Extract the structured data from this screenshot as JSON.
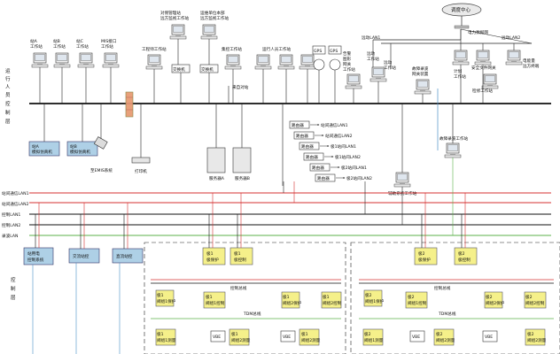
{
  "labels": {
    "left_top": [
      "运",
      "行",
      "人",
      "员",
      "控",
      "制",
      "层",
      ""
    ],
    "left_bottom": [
      "控",
      "制",
      "层"
    ]
  },
  "top": {
    "dispatch_center": "调度中心",
    "power_network": "电力数据网",
    "remote_lan1": "远动LAN1",
    "remote_lan2": "远动LAN2",
    "ws_a": [
      "站A",
      "工作站"
    ],
    "ws_b": [
      "站B",
      "工作站"
    ],
    "ws_c": [
      "站C",
      "工作站"
    ],
    "ws_d": [
      "MIS接口",
      "工作站"
    ],
    "ws_mgmt": [
      "对侧管理站",
      "远方监视工作站"
    ],
    "ws_remote": [
      "运维单位本部",
      "远方监视工作站"
    ],
    "engineer_ws": "工程师工作站",
    "switch1": "交换机",
    "switch2": "交换机",
    "monitor_ws": "集控工作站",
    "from_remote": "来自对站",
    "operator_ws": "运行人员工作站",
    "gps1": "GPS",
    "gps2": "GPS",
    "gateway": [
      "告警",
      "图形",
      "网关",
      "工作站"
    ],
    "remote_ws1": [
      "远动",
      "工作站"
    ],
    "remote_ws2": [
      "远动",
      "工作站"
    ],
    "fault_record": [
      "故障录波",
      "网关装置"
    ],
    "plan_ws": [
      "计划",
      "工作站"
    ],
    "security_ws": "安全文件网关",
    "inspection_ws": "检修工作站",
    "energy_terminal": [
      "电能量",
      "远方终端"
    ]
  },
  "station": {
    "sim1": [
      "站A",
      "模拟仿真机"
    ],
    "sim2": [
      "站B",
      "模拟仿真机"
    ],
    "emis": "至EMIS系统",
    "printer": "打印机",
    "server_a": "服务器A",
    "server_b": "服务器B",
    "aux_ws": "辅助系统工作站",
    "fault_ws": "故障录波工作站"
  },
  "routers": {
    "r1": {
      "name": "路由器",
      "link": "站间通信LAN1"
    },
    "r2": {
      "name": "路由器",
      "link": "站间通信LAN2"
    },
    "r3": {
      "name": "路由器",
      "link": "极1站间LAN1"
    },
    "r4": {
      "name": "路由器",
      "link": "极1站间LAN2"
    },
    "r5": {
      "name": "路由器",
      "link": "极2站间LAN1"
    },
    "r6": {
      "name": "路由器",
      "link": "极2站间LAN2"
    }
  },
  "lans": {
    "station1": "站间通信LAN1",
    "station2": "站间通信LAN2",
    "control1": "控制LAN1",
    "control2": "控制LAN2",
    "record": "录波LAN"
  },
  "control": {
    "station_power": [
      "站用电",
      "控制系统"
    ],
    "ac_station": "交流站控",
    "dc_station": "直流站控"
  },
  "poles": {
    "pp1": [
      "极1",
      "极保护"
    ],
    "pc1": [
      "极1",
      "极控制"
    ],
    "pp2": [
      "极2",
      "极保护"
    ],
    "pc2": [
      "极2",
      "极控制"
    ]
  },
  "valves": {
    "v1": [
      "极1",
      "阀组1保护"
    ],
    "v2": [
      "极1",
      "阀组1控制"
    ],
    "v3": [
      "极1",
      "阀组2保护"
    ],
    "v4": [
      "极1",
      "阀组2控制"
    ],
    "v5": [
      "极2",
      "阀组1保护"
    ],
    "v6": [
      "极2",
      "阀组1控制"
    ],
    "v7": [
      "极2",
      "阀组2保护"
    ],
    "v8": [
      "极2",
      "阀组2控制"
    ],
    "ctrl_bus1": "控制总线",
    "ctrl_bus2": "控制总线",
    "tdm_bus1": "TDM总线",
    "tdm_bus2": "TDM总线",
    "m1": [
      "极1",
      "阀组1测量"
    ],
    "m2": [
      "极1",
      "阀组2测量"
    ],
    "m3": [
      "极1",
      "阀组2测量"
    ],
    "m4": [
      "极2",
      "阀组1测量"
    ],
    "m5": [
      "极2",
      "阀组2测量"
    ],
    "m6": [
      "极2",
      "阀组2测量"
    ],
    "vbe1": "VBE",
    "vbe2": "VBE",
    "vbe3": "VBE",
    "vbe4": "VBE"
  },
  "colors": {
    "lan_red": "#d43030",
    "lan_black": "#111111",
    "lan_green": "#5bb14a",
    "box_yellow": "#f5f08a",
    "box_blue": "#aed0e6",
    "firewall": "#e8a07a"
  }
}
